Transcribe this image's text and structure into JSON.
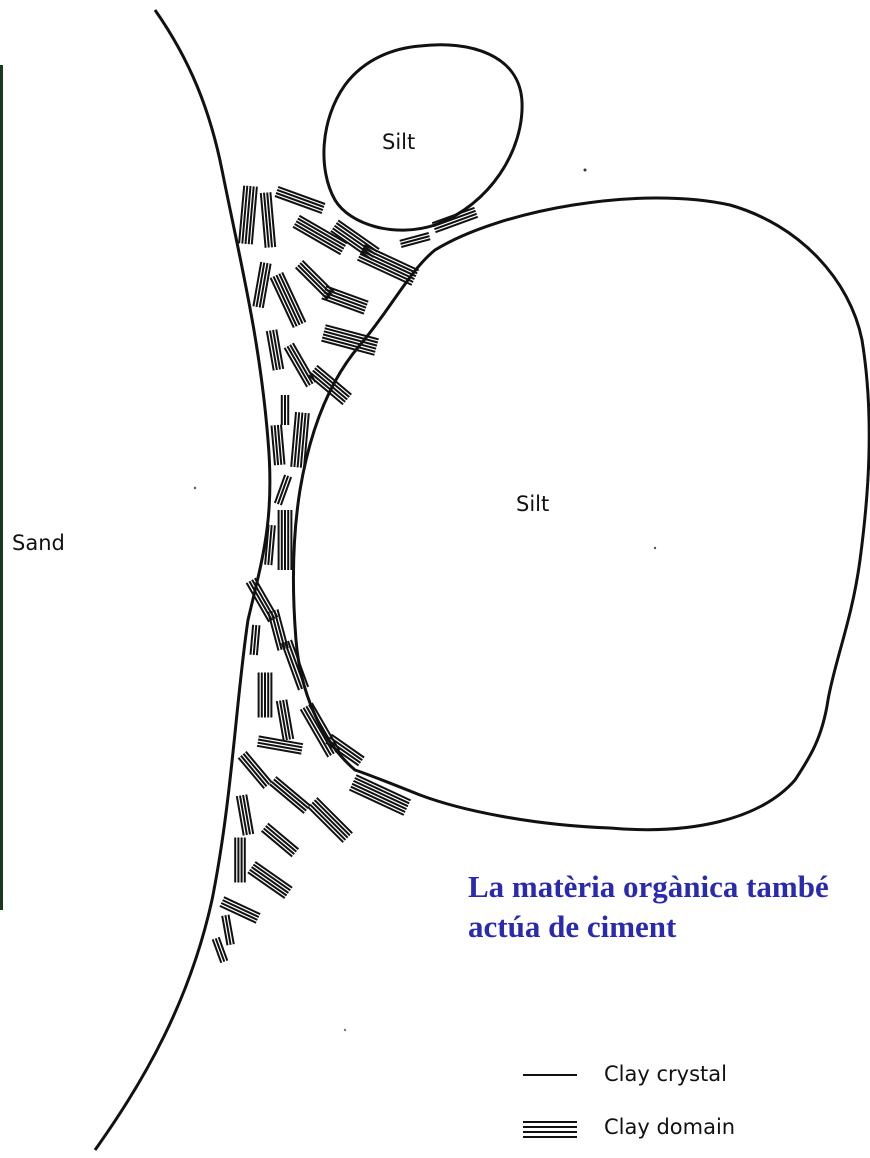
{
  "labels": {
    "silt_small": "Silt",
    "silt_large": "Silt",
    "sand": "Sand"
  },
  "caption": {
    "line1": "La matèria orgànica també",
    "line2": "actúa de ciment"
  },
  "legend": {
    "clay_crystal": "Clay crystal",
    "clay_domain": "Clay domain"
  },
  "colors": {
    "caption": "#2a2ab0",
    "ink": "#111111",
    "left_strip": "#1b3a1b"
  }
}
